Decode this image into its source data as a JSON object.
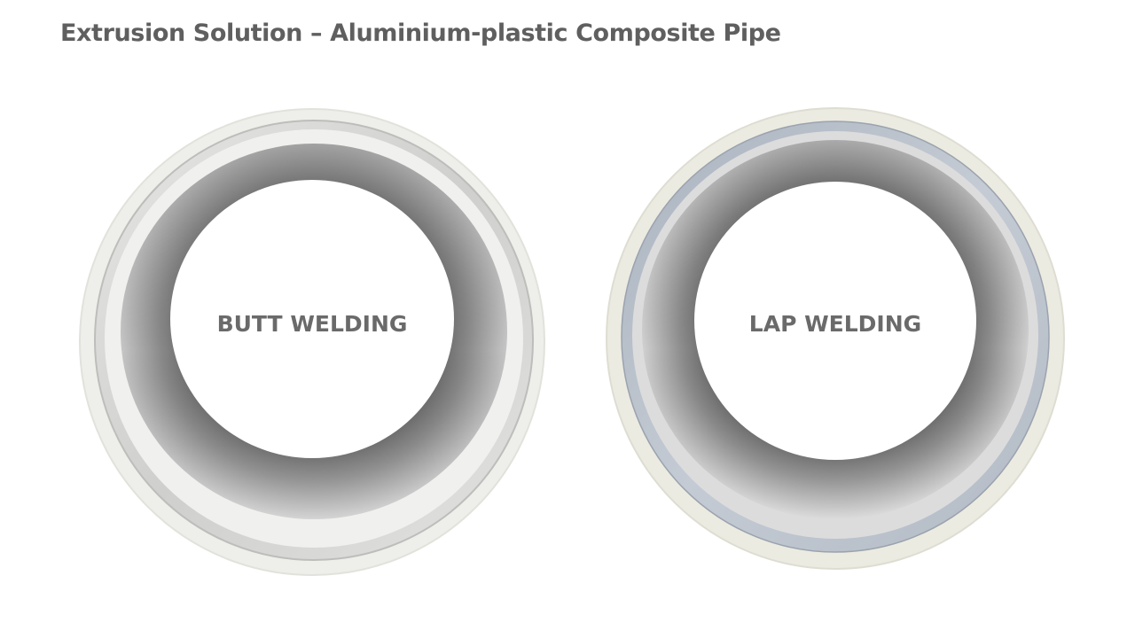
{
  "slide": {
    "title": "Extrusion Solution – Aluminium-plastic Composite Pipe"
  },
  "pipes": [
    {
      "label": "BUTT WELDING",
      "colors": {
        "outer_plastic": "#eeeeea",
        "aluminium_layer": "#d8d8d6",
        "inner_wall_light": "#c6c6c6",
        "inner_wall_dark": "#5e5e5e"
      }
    },
    {
      "label": "LAP WELDING",
      "colors": {
        "outer_plastic": "#ecebe1",
        "aluminium_layer": "#b9c1cc",
        "inner_wall_light": "#d0d0d0",
        "inner_wall_dark": "#5a5a5a"
      }
    }
  ]
}
